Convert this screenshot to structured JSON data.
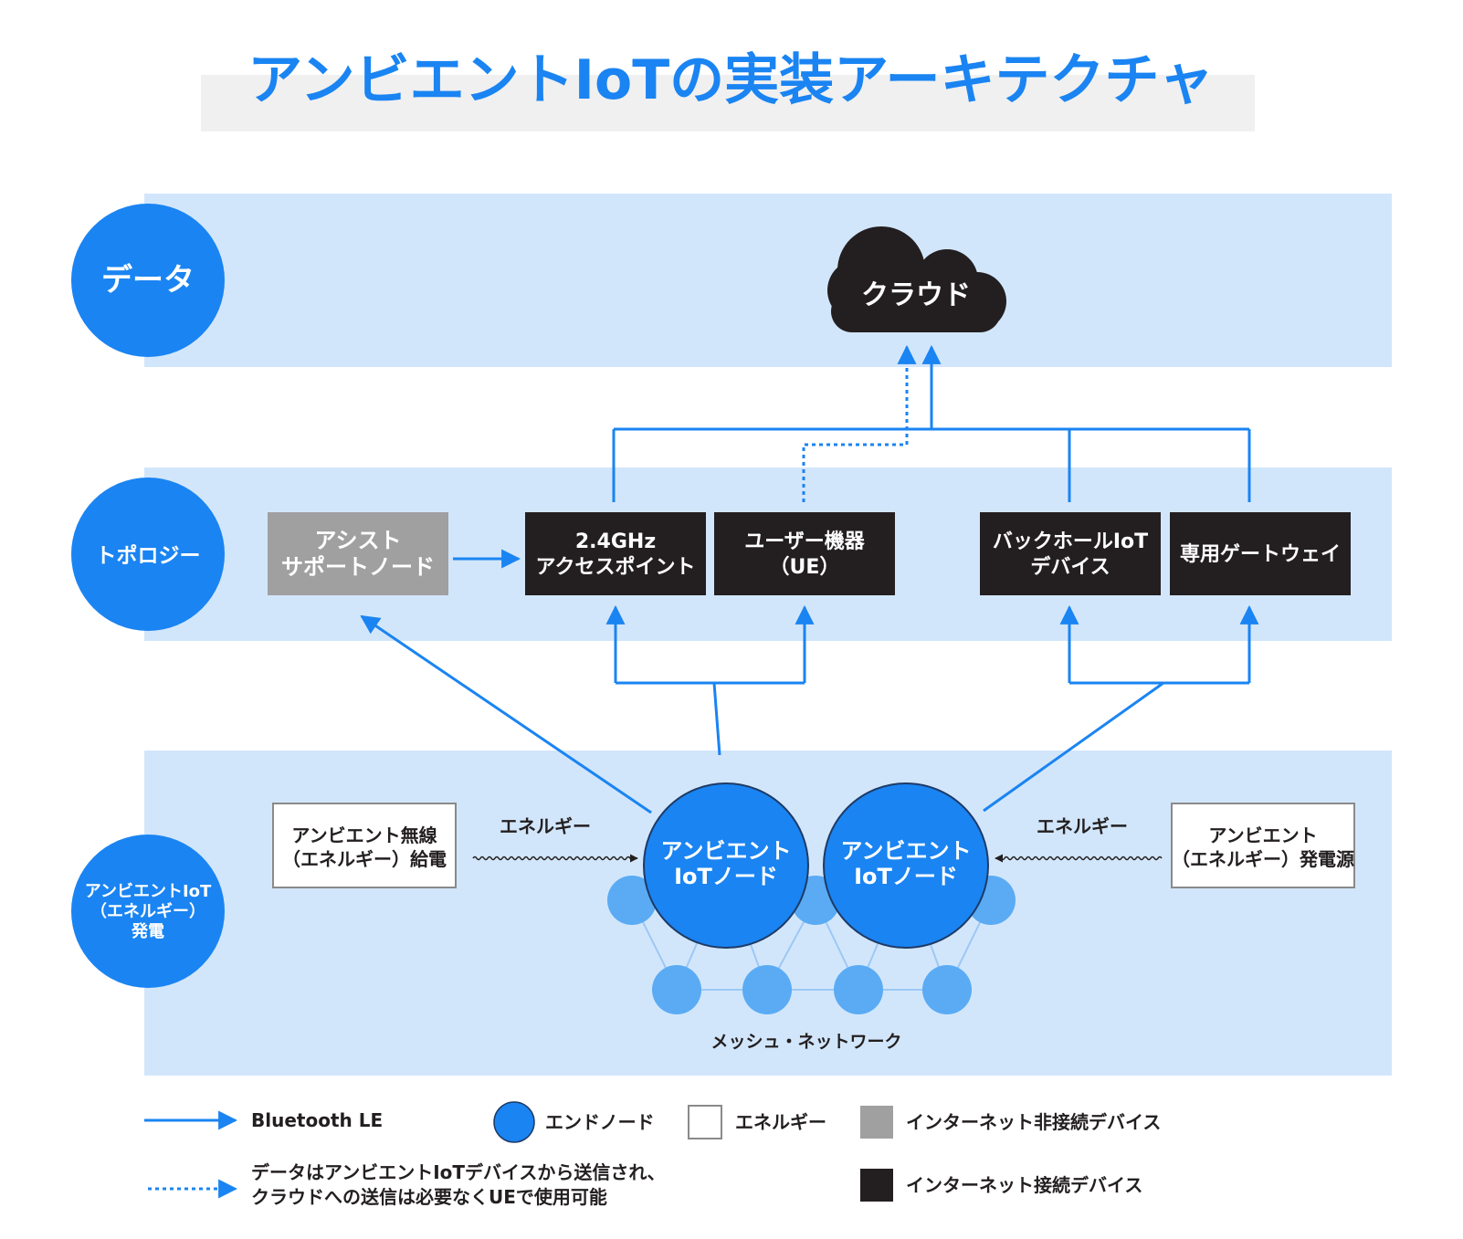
{
  "title": "アンビエントIoTの実装アーキテクチャ",
  "layers": {
    "data": "データ",
    "topology": "トポロジー",
    "power": [
      "アンビエントIoT",
      "（エネルギー）",
      "発電"
    ]
  },
  "cloud": "クラウド",
  "nodes": {
    "assist": [
      "アシスト",
      "サポートノード"
    ],
    "access_point": [
      "2.4GHz",
      "アクセスポイント"
    ],
    "user_equipment": [
      "ユーザー機器",
      "（UE）"
    ],
    "backhaul": [
      "バックホールIoT",
      "デバイス"
    ],
    "gateway": "専用ゲートウェイ",
    "ambient_node_left": [
      "アンビエント",
      "IoTノード"
    ],
    "ambient_node_right": [
      "アンビエント",
      "IoTノード"
    ],
    "wireless_power": [
      "アンビエント無線",
      "（エネルギー）給電"
    ],
    "power_source": [
      "アンビエント",
      "（エネルギー）発電源"
    ]
  },
  "energy_label_left": "エネルギー",
  "energy_label_right": "エネルギー",
  "mesh_label": "メッシュ・ネットワーク",
  "legend": {
    "ble": "Bluetooth LE",
    "end_node": "エンドノード",
    "energy": "エネルギー",
    "offline_device": "インターネット非接続デバイス",
    "dotted_note": [
      "データはアンビエントIoTデバイスから送信され、",
      "クラウドへの送信は必要なくUEで使用可能"
    ],
    "online_device": "インターネット接続デバイス"
  },
  "colors": {
    "accent": "#1a84f2",
    "band": "#d2e6fb",
    "dark": "#231f20",
    "gray": "#a0a0a0",
    "mesh": "#5aabf4",
    "title_bg": "#f0f0f0"
  }
}
